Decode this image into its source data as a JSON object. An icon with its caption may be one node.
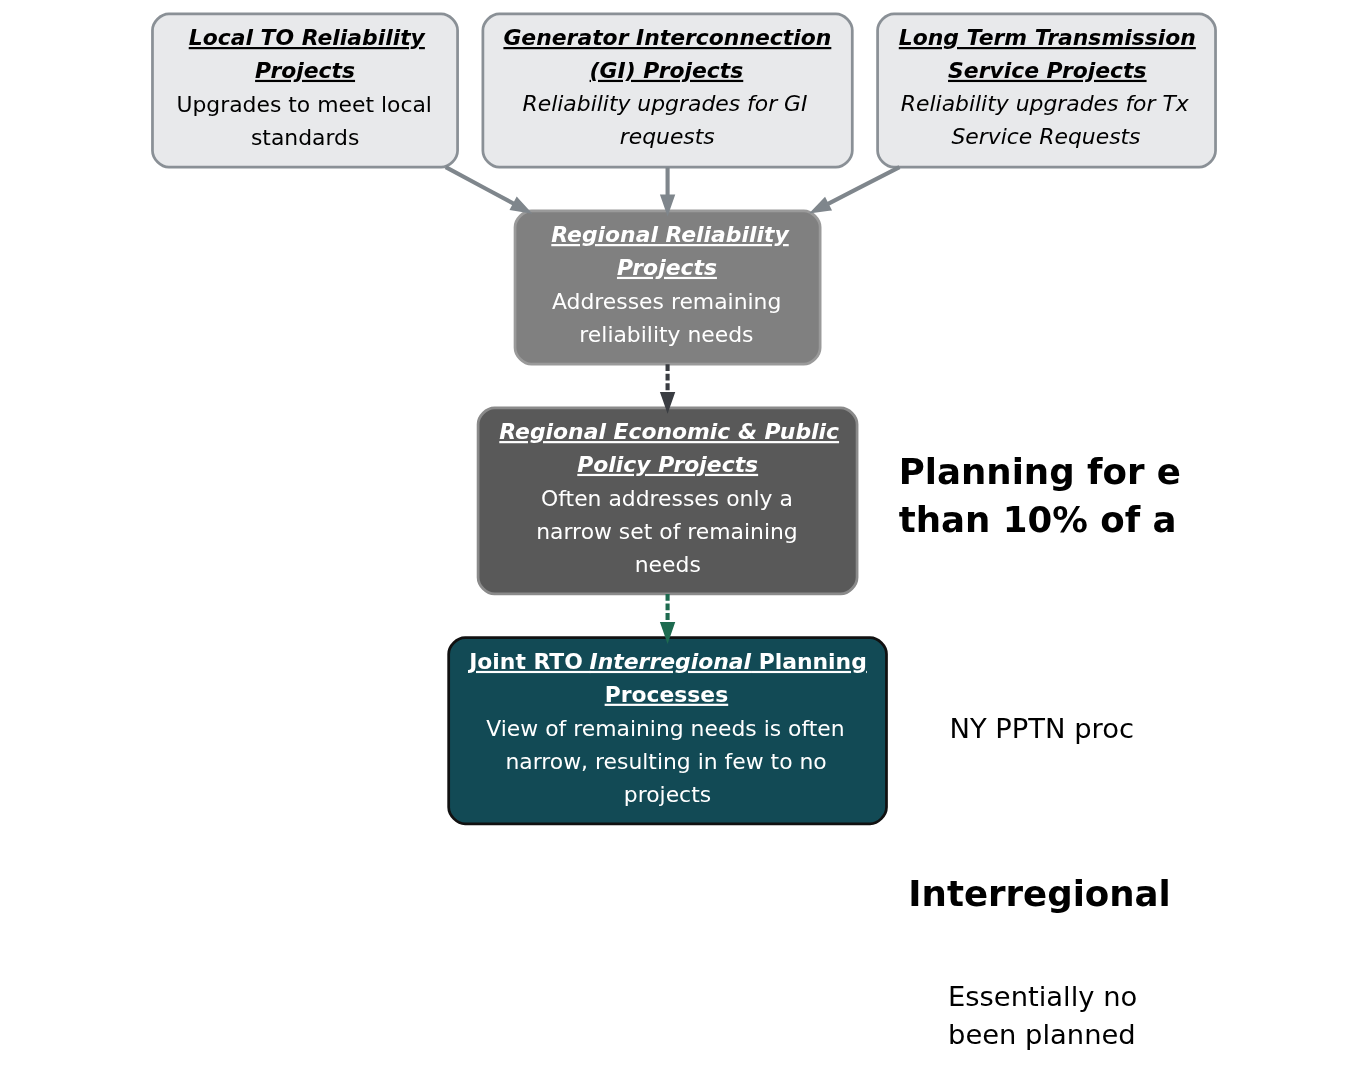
{
  "diagram": {
    "nodes": [
      {
        "text": [
          "Local TO Reliability Projects",
          "Upgrades to meet local standards"
        ]
      },
      {
        "text": [
          "Generator Interconnection (GI) Projects",
          "Reliability upgrades for GI requests"
        ]
      },
      {
        "text": [
          "Long Term Transmission Service Projects",
          "Reliability upgrades for Tx Service Requests"
        ]
      },
      {
        "text": [
          "Regional Reliability Projects",
          "Addresses remaining reliability needs"
        ]
      },
      {
        "text": [
          "Regional Economic & Public Policy Projects",
          "Often addresses only a narrow set of remaining needs"
        ]
      },
      {
        "text": [
          "Joint RTO *Interregional* Planning Processes",
          "View of remaining needs is often narrow, resulting in few to no projects"
        ]
      }
    ],
    "edges": [
      {
        "from": 0,
        "to": 3,
        "arrow": "to"
      },
      {
        "from": 1,
        "to": 3,
        "arrow": "to"
      },
      {
        "from": 2,
        "to": 3,
        "arrow": "to"
      },
      {
        "from": 3,
        "to": 4,
        "arrow": "to",
        "style": "dashed",
        "color": "#3a3d42"
      },
      {
        "from": 4,
        "to": 5,
        "arrow": "to",
        "style": "dashed",
        "color": "#1e6b50"
      }
    ],
    "labels": [
      "Planning for e than 10% of a",
      "NY PPTN proc",
      "Interregional",
      "Essentially no been planned"
    ]
  }
}
